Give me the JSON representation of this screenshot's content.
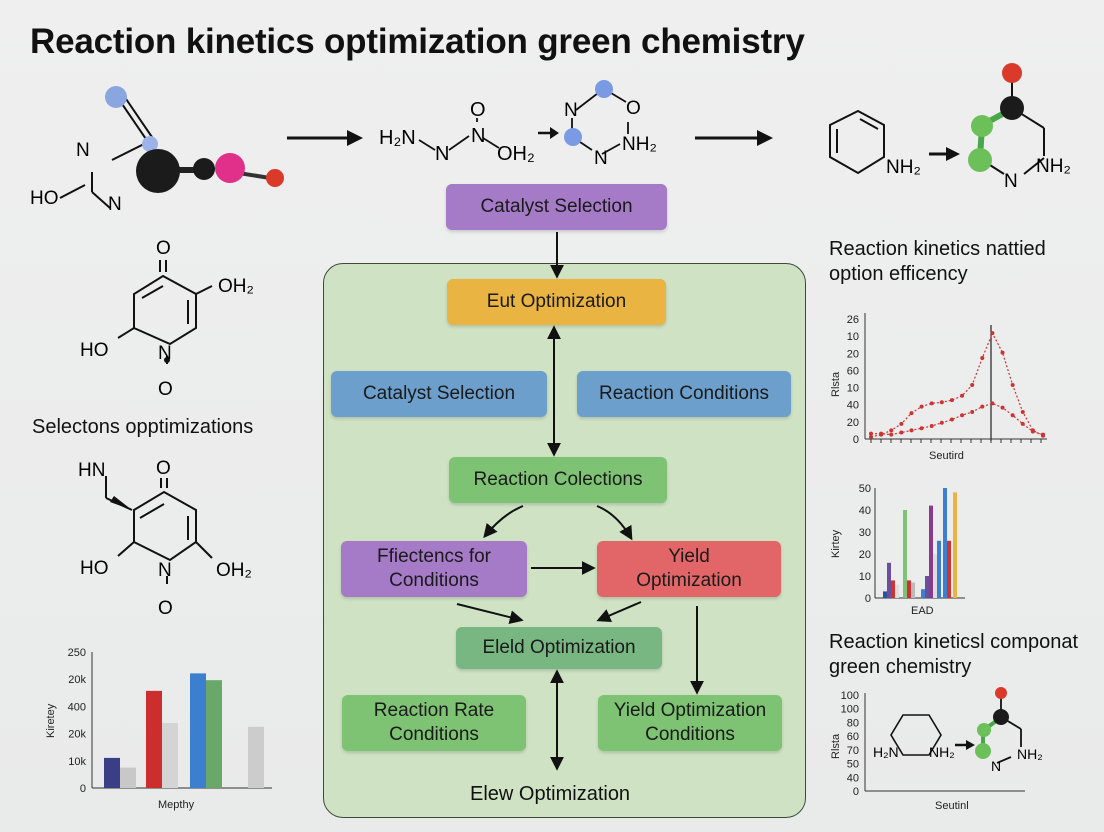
{
  "title": "Reaction kinetics optimization  green chemistry",
  "molecules": {
    "top_left": {
      "n1": "N",
      "n2": "N",
      "ho": "HO"
    },
    "top_mid_a": {
      "h2n": "H₂N",
      "n1": "N",
      "n2": "N",
      "o": "O",
      "oh2": "OH₂"
    },
    "top_mid_b": {
      "n1": "N",
      "o": "O",
      "n2": "N",
      "nh2": "NH₂"
    },
    "top_right_a": {
      "nh2": "NH₂"
    },
    "top_right_b": {
      "n": "N",
      "nh2": "NH₂"
    },
    "left_mid": {
      "o": "O",
      "oh2": "OH₂",
      "ho": "HO",
      "n": "N",
      "o2": "O"
    },
    "left_low": {
      "hn": "HN",
      "o": "O",
      "ho": "HO",
      "n": "N",
      "oh2": "OH₂",
      "o2": "O"
    },
    "bottom_right": {
      "h2n": "H₂N",
      "nh2a": "NH₂",
      "n": "N",
      "nh2b": "NH₂"
    }
  },
  "captions": {
    "left": "Selectons opptimizations",
    "right_top_line1": "Reaction kinetics nattied",
    "right_top_line2": "option efficency",
    "right_bottom_line1": "Reaction kineticsl componat",
    "right_bottom_line2": "green chemistry"
  },
  "flow": {
    "catalyst_top": "Catalyst Selection",
    "eut_opt": "Eut Optimization",
    "catalyst_sel": "Catalyst Selection",
    "reaction_cond": "Reaction Conditions",
    "reaction_collections": "Reaction Colections",
    "ffiectencs_line1": "Ffiectencs for",
    "ffiectencs_line2": "Conditions",
    "yield_line1": "Yield",
    "yield_line2": "Optimization",
    "eleld": "Eleld Optimization",
    "rate_line1": "Reaction Rate",
    "rate_line2": "Conditions",
    "yield_cond_line1": "Yield Optimization",
    "yield_cond_line2": "Conditions",
    "footer": "Elew Optimization"
  },
  "chart_data": [
    {
      "type": "line",
      "ylabel": "Rlsta",
      "xlabel": "Seutird",
      "y_ticks": [
        "26",
        "10",
        "20",
        "60",
        "10",
        "40",
        "20",
        "0"
      ],
      "series": [
        {
          "values": [
            0.02,
            0.04,
            0.08,
            0.14,
            0.24,
            0.3,
            0.33,
            0.34,
            0.36,
            0.4,
            0.5,
            0.75,
            0.98,
            0.8,
            0.5,
            0.25,
            0.08,
            0.03
          ],
          "color": "#cc3333"
        },
        {
          "values": [
            0.05,
            0.05,
            0.04,
            0.06,
            0.08,
            0.1,
            0.12,
            0.15,
            0.18,
            0.22,
            0.25,
            0.3,
            0.33,
            0.29,
            0.22,
            0.14,
            0.07,
            0.04
          ],
          "color": "#cc3333"
        }
      ]
    },
    {
      "type": "bar",
      "ylabel": "Kirtey",
      "xlabel": "EAD",
      "y_ticks": [
        "50",
        "40",
        "30",
        "20",
        "10",
        "0"
      ],
      "ylim": [
        0,
        50
      ],
      "values": [
        3,
        16,
        8,
        6,
        40,
        8,
        7,
        4,
        10,
        42,
        20,
        26,
        50,
        26,
        48
      ],
      "colors": [
        "#2f4fa0",
        "#6a4f9c",
        "#cc3333",
        "#dddddd",
        "#7ec273",
        "#cc3333",
        "#bbbbbb",
        "#3c7fd0",
        "#6a4f9c",
        "#8a3a8a",
        "#dddddd",
        "#3c7fd0",
        "#3c7fd0",
        "#cc3333",
        "#e9b442"
      ]
    },
    {
      "type": "bar",
      "ylabel": "Kiretey",
      "xlabel": "Mepthy",
      "y_ticks": [
        "250",
        "20k",
        "400",
        "20k",
        "10k",
        "0"
      ],
      "ylim": [
        0,
        140
      ],
      "values": [
        31,
        21,
        100,
        67,
        118,
        111,
        63
      ],
      "colors": [
        "#3a3e86",
        "#c8c8c8",
        "#cc2e2e",
        "#d4d4d4",
        "#3c7fd0",
        "#6aa86a",
        "#cccccc"
      ]
    },
    {
      "type": "line",
      "ylabel": "Rlsta",
      "xlabel": "Seutinl",
      "y_ticks": [
        "100",
        "100",
        "80",
        "60",
        "70",
        "50",
        "40",
        "0"
      ]
    }
  ],
  "icons": {
    "flow_arrows": "arrow-icon",
    "top_arrows": "right-arrow-icon"
  }
}
